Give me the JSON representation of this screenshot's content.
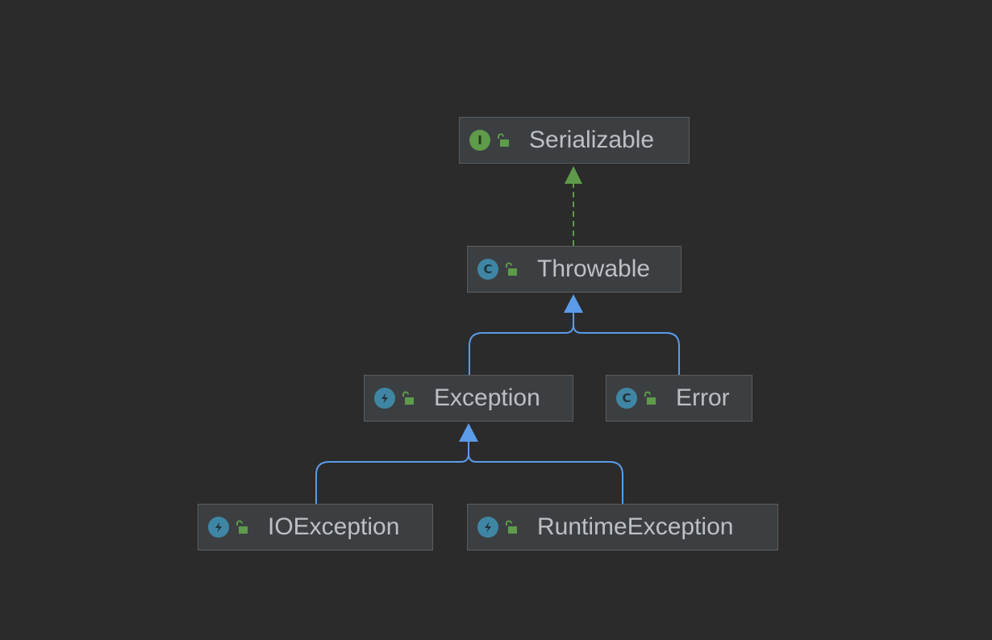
{
  "diagram": {
    "colors": {
      "background": "#2b2b2b",
      "node_fill": "#3c3f41",
      "node_border": "#5b5e60",
      "text": "#bcc0c4",
      "implements_edge": "#5e9b4a",
      "extends_edge": "#5a9bea",
      "interface_badge": "#5e9b4a",
      "class_badge": "#3f86a5",
      "lock_icon": "#5e9b4a"
    },
    "nodes": {
      "serializable": {
        "label": "Serializable",
        "kind": "interface",
        "badge": "I",
        "icon": "interface-icon"
      },
      "throwable": {
        "label": "Throwable",
        "kind": "class",
        "badge": "C",
        "icon": "class-icon"
      },
      "exception": {
        "label": "Exception",
        "kind": "exception",
        "icon": "exception-bolt-icon"
      },
      "error": {
        "label": "Error",
        "kind": "class",
        "badge": "C",
        "icon": "class-icon"
      },
      "ioexception": {
        "label": "IOException",
        "kind": "exception",
        "icon": "exception-bolt-icon"
      },
      "runtimeexception": {
        "label": "RuntimeException",
        "kind": "exception",
        "icon": "exception-bolt-icon"
      }
    },
    "edges": [
      {
        "from": "throwable",
        "to": "serializable",
        "type": "implements",
        "style": "dashed"
      },
      {
        "from": "exception",
        "to": "throwable",
        "type": "extends",
        "style": "solid"
      },
      {
        "from": "error",
        "to": "throwable",
        "type": "extends",
        "style": "solid"
      },
      {
        "from": "ioexception",
        "to": "exception",
        "type": "extends",
        "style": "solid"
      },
      {
        "from": "runtimeexception",
        "to": "exception",
        "type": "extends",
        "style": "solid"
      }
    ],
    "visibility_icon": "unlocked-public-icon"
  }
}
